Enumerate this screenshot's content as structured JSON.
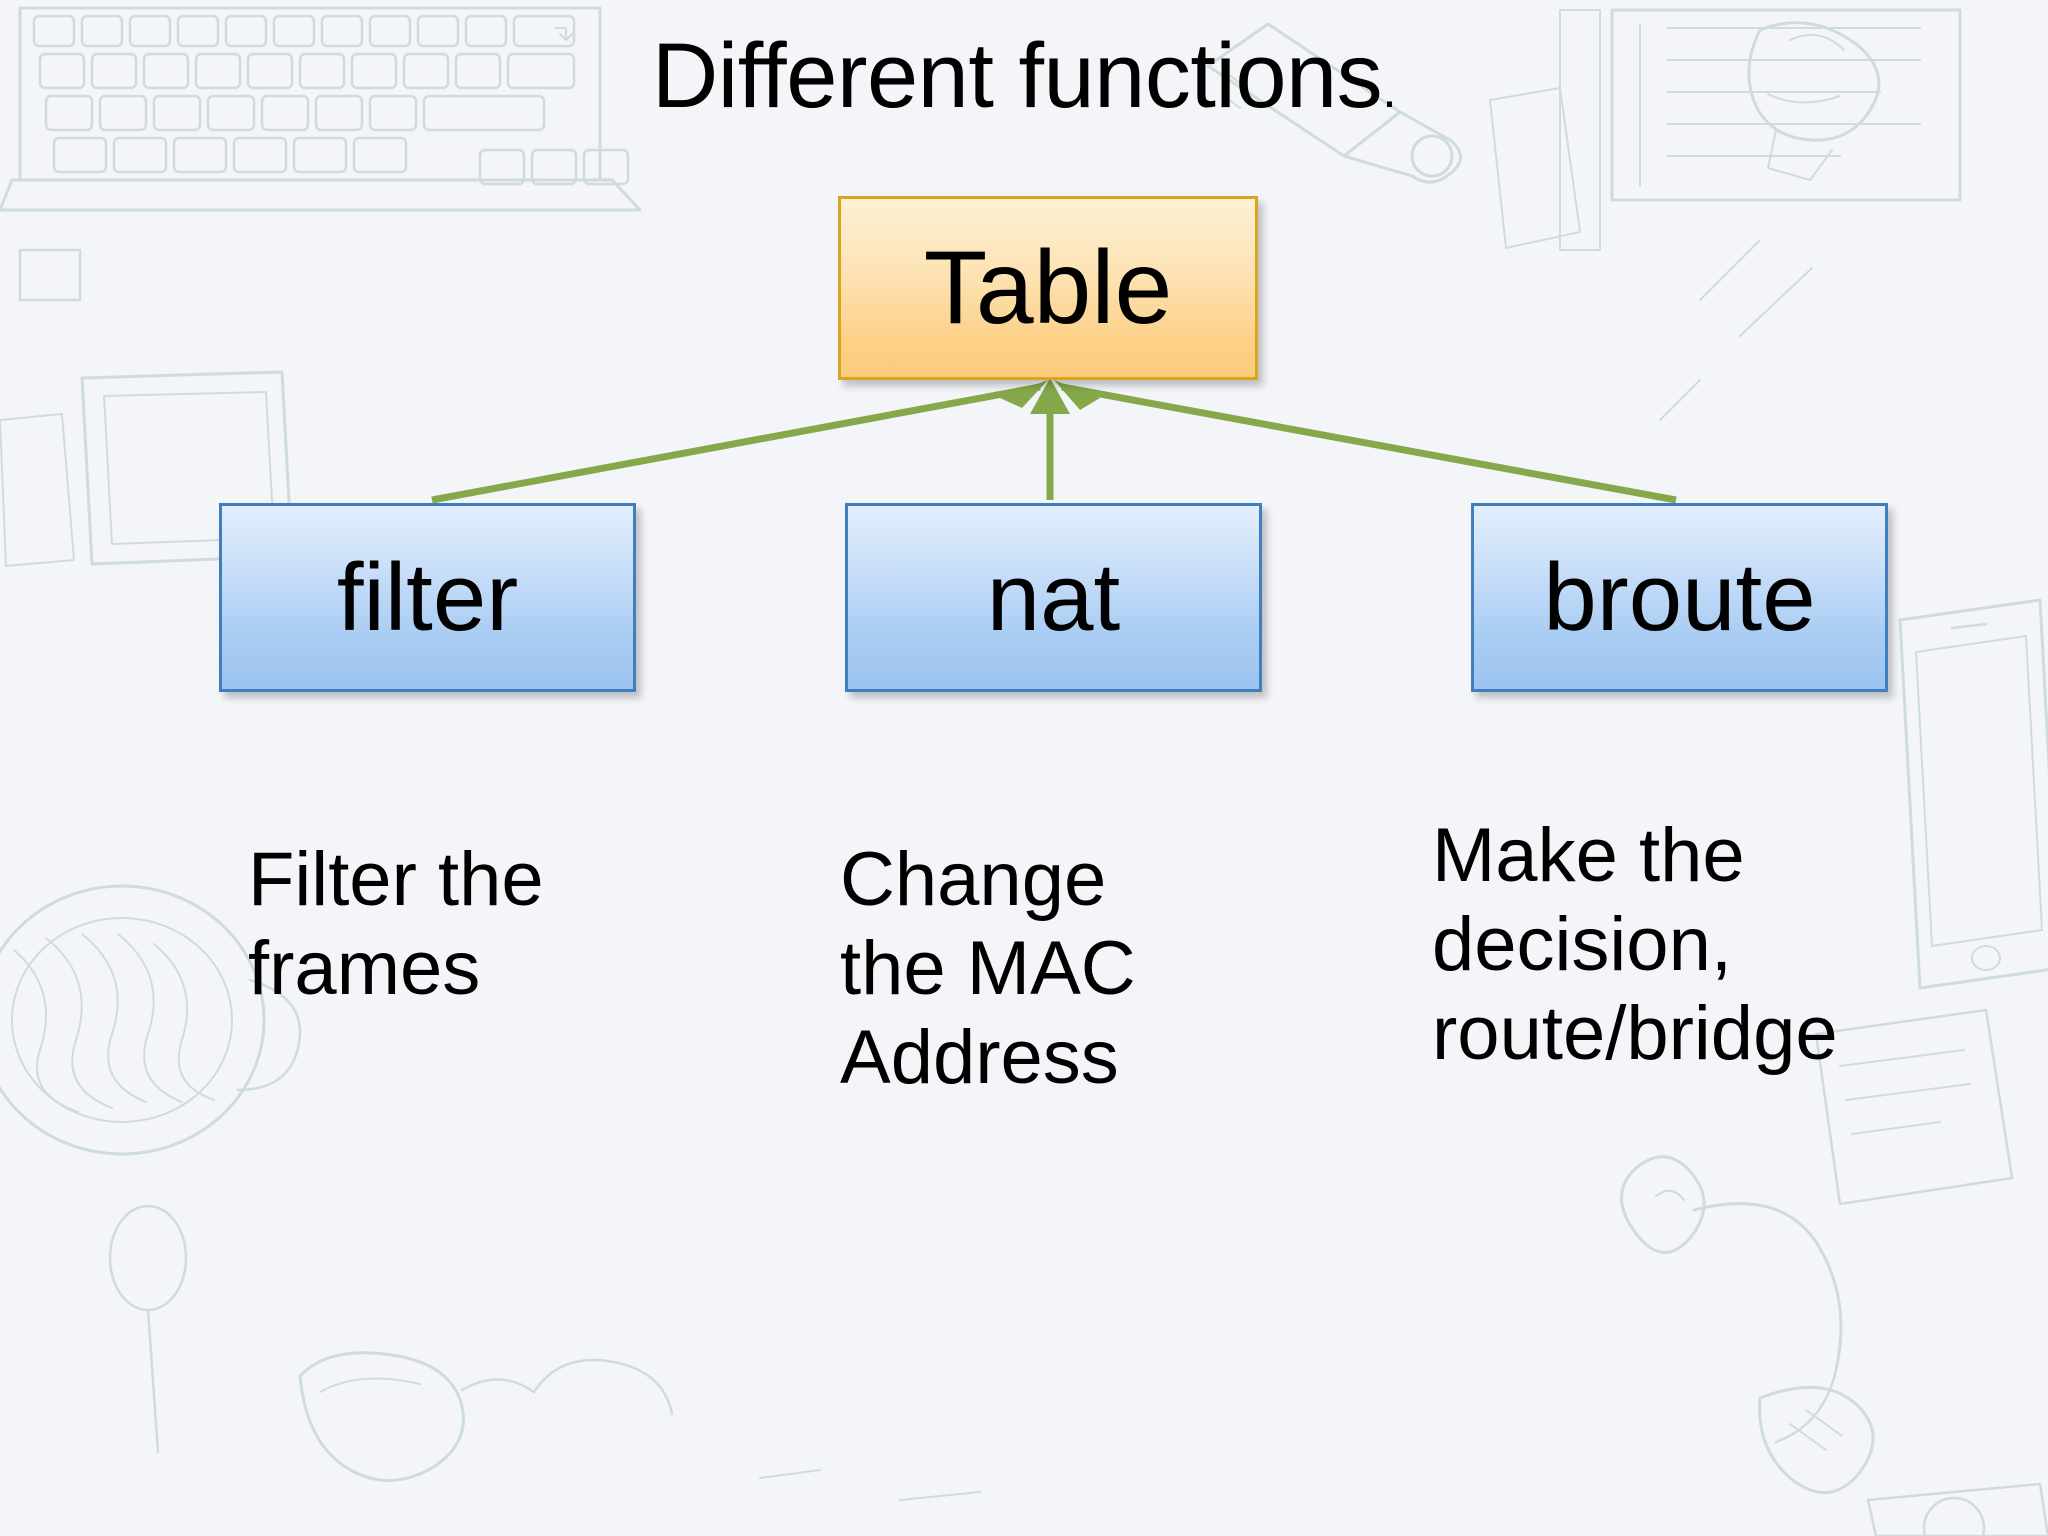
{
  "slide": {
    "title": "Different functions",
    "title_punctuation": ".",
    "background_color": "#f4f5f9",
    "doodle_color": "#cfdcdc"
  },
  "diagram": {
    "type": "hierarchy",
    "root": {
      "id": "table",
      "label": "Table",
      "fill_top": "#fdf0d6",
      "fill_bottom": "#fbcb7c",
      "border_color": "#d9a521"
    },
    "arrow_color": "#85a94a",
    "arrow_direction": "children-to-parent",
    "children": [
      {
        "id": "filter",
        "label": "filter",
        "caption": "Filter the\nframes",
        "fill_top": "#e2eefc",
        "fill_bottom": "#9cc4ef",
        "border_color": "#3f7fbf"
      },
      {
        "id": "nat",
        "label": "nat",
        "caption": "Change\nthe MAC\nAddress",
        "fill_top": "#e2eefc",
        "fill_bottom": "#9cc4ef",
        "border_color": "#3f7fbf"
      },
      {
        "id": "broute",
        "label": "broute",
        "caption": "Make the\ndecision,\nroute/bridge",
        "fill_top": "#e2eefc",
        "fill_bottom": "#9cc4ef",
        "border_color": "#3f7fbf"
      }
    ]
  }
}
